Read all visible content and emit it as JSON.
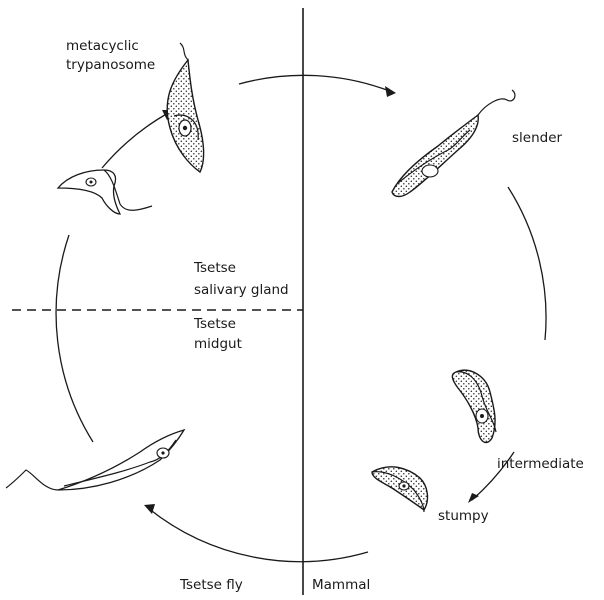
{
  "labels": {
    "metacyclic_line1": "metacyclic",
    "metacyclic_line2": "trypanosome",
    "slender": "slender",
    "intermediate": "intermediate",
    "stumpy": "stumpy",
    "salivary_line1": "Tsetse",
    "salivary_line2": "salivary gland",
    "midgut_line1": "Tsetse",
    "midgut_line2": "midgut",
    "tsetse_fly": "Tsetse fly",
    "mammal": "Mammal"
  }
}
